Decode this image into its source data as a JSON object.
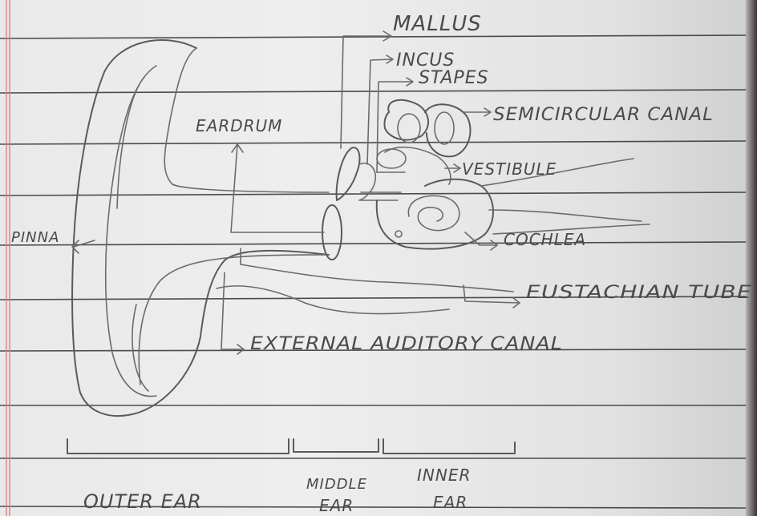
{
  "diagram": {
    "labels": {
      "mallus": "MALLUS",
      "incus": "INCUS",
      "stapes": "STAPES",
      "semicircular_canal": "SEMICIRCULAR CANAL",
      "eardrum": "EARDRUM",
      "vestibule": "VESTIBULE",
      "pinna": "PINNA",
      "cochlea": "COCHLEA",
      "eustachian_tube": "EUSTACHIAN TUBE",
      "external_auditory_canal": "EXTERNAL AUDITORY CANAL"
    },
    "sections": {
      "outer_ear": "OUTER EAR",
      "middle_ear_line1": "MIDDLE",
      "middle_ear_line2": "EAR",
      "inner_ear_line1": "INNER",
      "inner_ear_line2": "EAR"
    }
  }
}
